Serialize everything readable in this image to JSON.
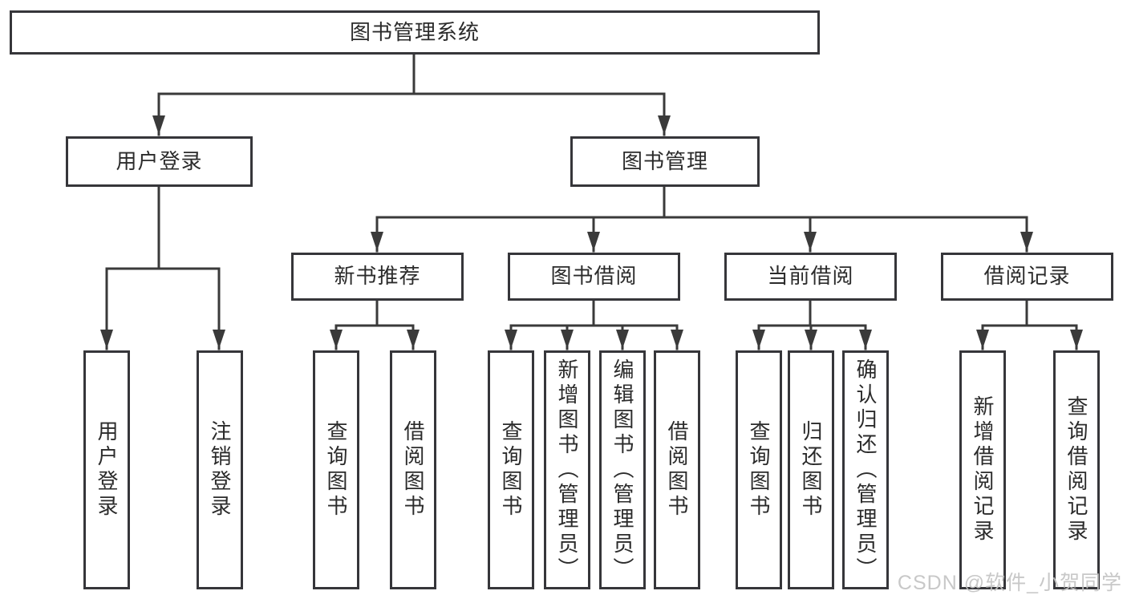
{
  "tree": {
    "root": "图书管理系统",
    "branches": [
      {
        "label": "用户登录",
        "leaves": [
          "用户登录",
          "注销登录"
        ]
      },
      {
        "label": "图书管理",
        "groups": [
          {
            "label": "新书推荐",
            "leaves": [
              "查询图书",
              "借阅图书"
            ]
          },
          {
            "label": "图书借阅",
            "leaves": [
              "查询图书",
              "新增图书（管理员）",
              "编辑图书（管理员）",
              "借阅图书"
            ]
          },
          {
            "label": "当前借阅",
            "leaves": [
              "查询图书",
              "归还图书",
              "确认归还（管理员）"
            ]
          },
          {
            "label": "借阅记录",
            "leaves": [
              "新增借阅记录",
              "查询借阅记录"
            ]
          }
        ]
      }
    ]
  },
  "watermark": "CSDN @软件_小贺同学",
  "colors": {
    "line": "#3a3a3a",
    "border": "#36363a",
    "text": "#2b2b2b",
    "watermark": "#c3c3c3",
    "background": "#ffffff"
  }
}
